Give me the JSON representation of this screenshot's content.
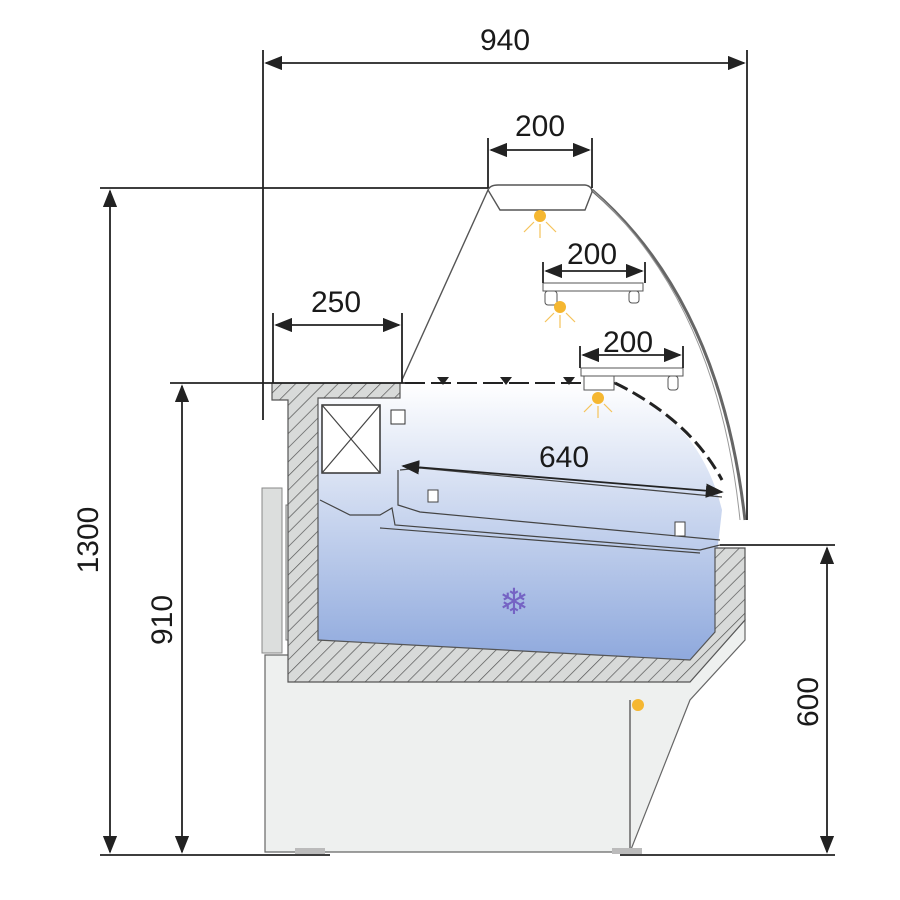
{
  "diagram": {
    "title": "Refrigerated display counter cross-section",
    "dimensions": {
      "overall_depth": "940",
      "canopy_width": "200",
      "upper_shelf_width": "200",
      "lower_shelf_width": "200",
      "rear_shelf_width": "250",
      "display_depth": "640",
      "overall_height": "1300",
      "worktop_height": "910",
      "front_height": "600"
    },
    "icons": {
      "cooling": "snowflake-icon",
      "lighting": "lamp-icon"
    },
    "colors": {
      "cold_zone_top": "#ffffff",
      "cold_zone_bottom": "#8fa9dd",
      "lamp": "#f5b731",
      "snowflake": "#7563c4",
      "insulation": "#d8dad9",
      "body": "#eef0ef"
    }
  }
}
